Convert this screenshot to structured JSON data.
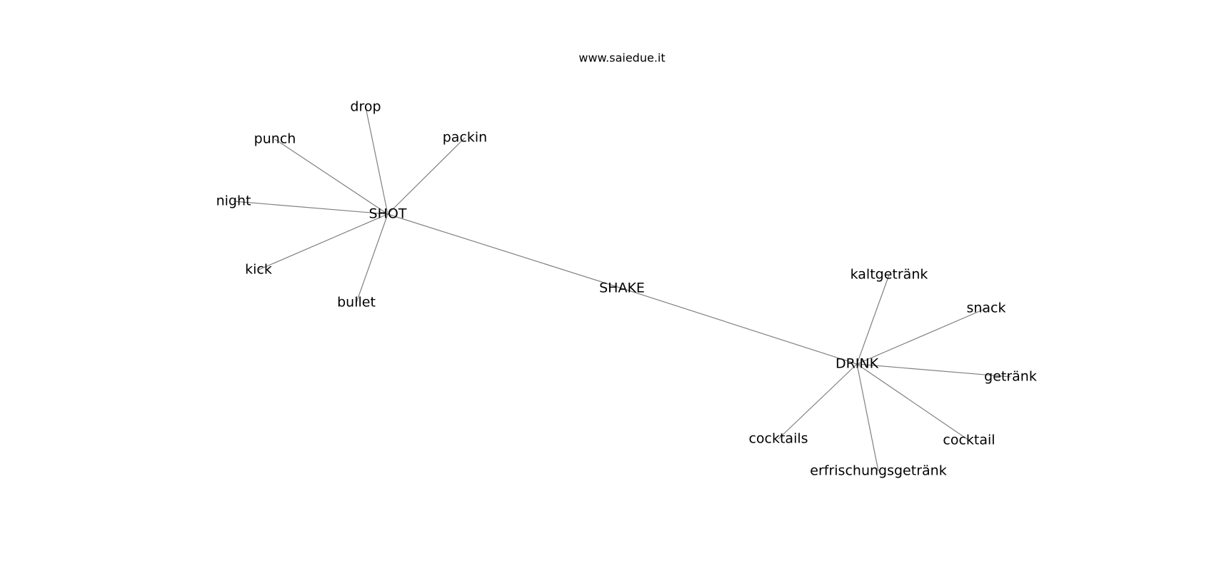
{
  "site": "www.saiedue.it",
  "graph": {
    "nodes": [
      {
        "id": "SHOT",
        "label": "SHOT"
      },
      {
        "id": "SHAKE",
        "label": "SHAKE"
      },
      {
        "id": "DRINK",
        "label": "DRINK"
      },
      {
        "id": "drop",
        "label": "drop"
      },
      {
        "id": "punch",
        "label": "punch"
      },
      {
        "id": "packin",
        "label": "packin"
      },
      {
        "id": "night",
        "label": "night"
      },
      {
        "id": "kick",
        "label": "kick"
      },
      {
        "id": "bullet",
        "label": "bullet"
      },
      {
        "id": "kaltgetränk",
        "label": "kaltgetränk"
      },
      {
        "id": "snack",
        "label": "snack"
      },
      {
        "id": "getränk",
        "label": "getränk"
      },
      {
        "id": "cocktails",
        "label": "cocktails"
      },
      {
        "id": "cocktail",
        "label": "cocktail"
      },
      {
        "id": "erfrischungsgetränk",
        "label": "erfrischungsgetränk"
      }
    ],
    "edges": [
      [
        "SHOT",
        "SHAKE"
      ],
      [
        "SHAKE",
        "DRINK"
      ],
      [
        "SHOT",
        "drop"
      ],
      [
        "SHOT",
        "punch"
      ],
      [
        "SHOT",
        "packin"
      ],
      [
        "SHOT",
        "night"
      ],
      [
        "SHOT",
        "kick"
      ],
      [
        "SHOT",
        "bullet"
      ],
      [
        "DRINK",
        "kaltgetränk"
      ],
      [
        "DRINK",
        "snack"
      ],
      [
        "DRINK",
        "getränk"
      ],
      [
        "DRINK",
        "cocktails"
      ],
      [
        "DRINK",
        "cocktail"
      ],
      [
        "DRINK",
        "erfrischungsgetränk"
      ]
    ]
  }
}
